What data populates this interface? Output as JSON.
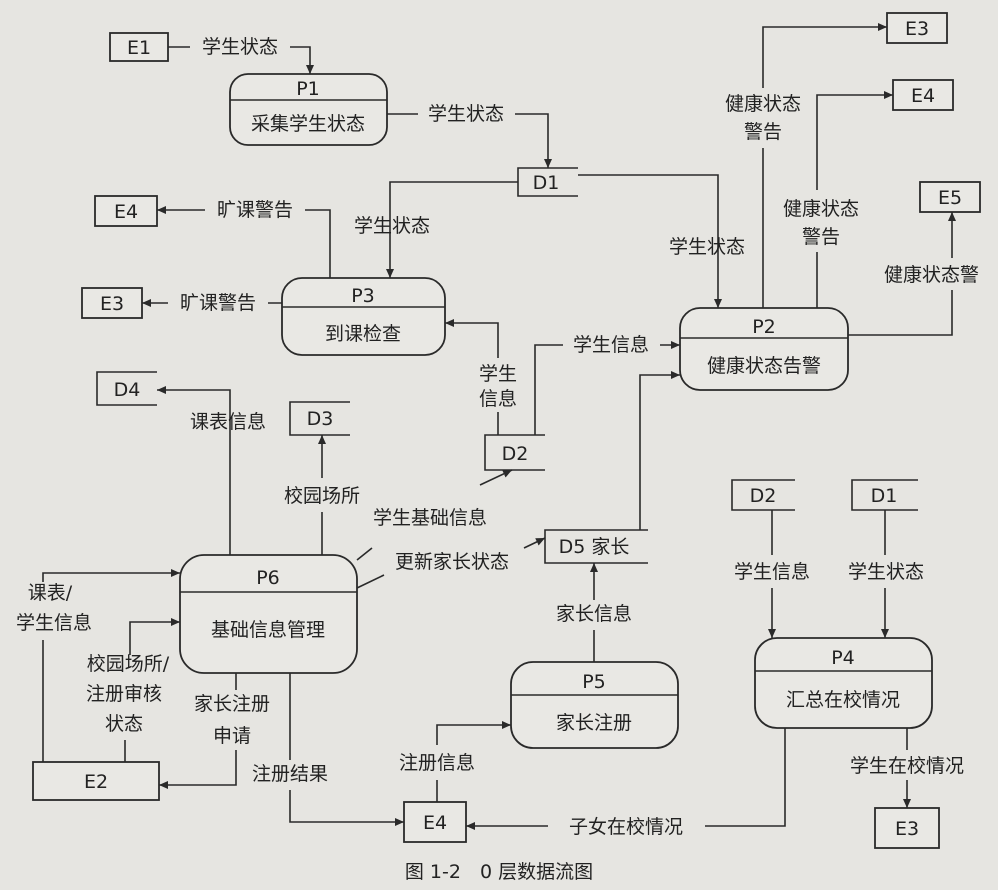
{
  "caption": "图 1-2　0 层数据流图",
  "entities": {
    "e1": "E1",
    "e3_top": "E3",
    "e4_top": "E4",
    "e5": "E5",
    "e4_left": "E4",
    "e3_left": "E3",
    "e2": "E2",
    "e4_bottom": "E4",
    "e3_bottom": "E3"
  },
  "stores": {
    "d1_top": "D1",
    "d2_mid": "D2",
    "d3": "D3",
    "d4": "D4",
    "d5": "D5 家长",
    "d2_right": "D2",
    "d1_right": "D1"
  },
  "processes": {
    "p1": {
      "id": "P1",
      "name": "采集学生状态"
    },
    "p2": {
      "id": "P2",
      "name": "健康状态告警"
    },
    "p3": {
      "id": "P3",
      "name": "到课检查"
    },
    "p4": {
      "id": "P4",
      "name": "汇总在校情况"
    },
    "p5": {
      "id": "P5",
      "name": "家长注册"
    },
    "p6": {
      "id": "P6",
      "name": "基础信息管理"
    }
  },
  "flows": {
    "e1_p1": "学生状态",
    "p1_d1": "学生状态",
    "d1_p3": "学生状态",
    "d1_p2": "学生状态",
    "p3_e4": "旷课警告",
    "p3_e3": "旷课警告",
    "p2_e3_l1": "健康状态",
    "p2_e3_l2": "警告",
    "p2_e4_l1": "健康状态",
    "p2_e4_l2": "警告",
    "p2_e5": "健康状态警",
    "d2_p2": "学生信息",
    "d2_p3_l1": "学生",
    "d2_p3_l2": "信息",
    "p6_d4": "课表信息",
    "p6_d3": "校园场所",
    "p6_d2": "学生基础信息",
    "p6_d5": "更新家长状态",
    "e2_p6_l1": "课表/",
    "e2_p6_l2": "学生信息",
    "e2_p6b_l1": "校园场所/",
    "e2_p6b_l2": "注册审核",
    "e2_p6b_l3": "状态",
    "p6_e2_l1": "家长注册",
    "p6_e2_l2": "申请",
    "p6_e4": "注册结果",
    "p5_d5": "家长信息",
    "e4_p5": "注册信息",
    "p4_e4": "子女在校情况",
    "d2_p4": "学生信息",
    "d1_p4": "学生状态",
    "p4_e3": "学生在校情况"
  }
}
